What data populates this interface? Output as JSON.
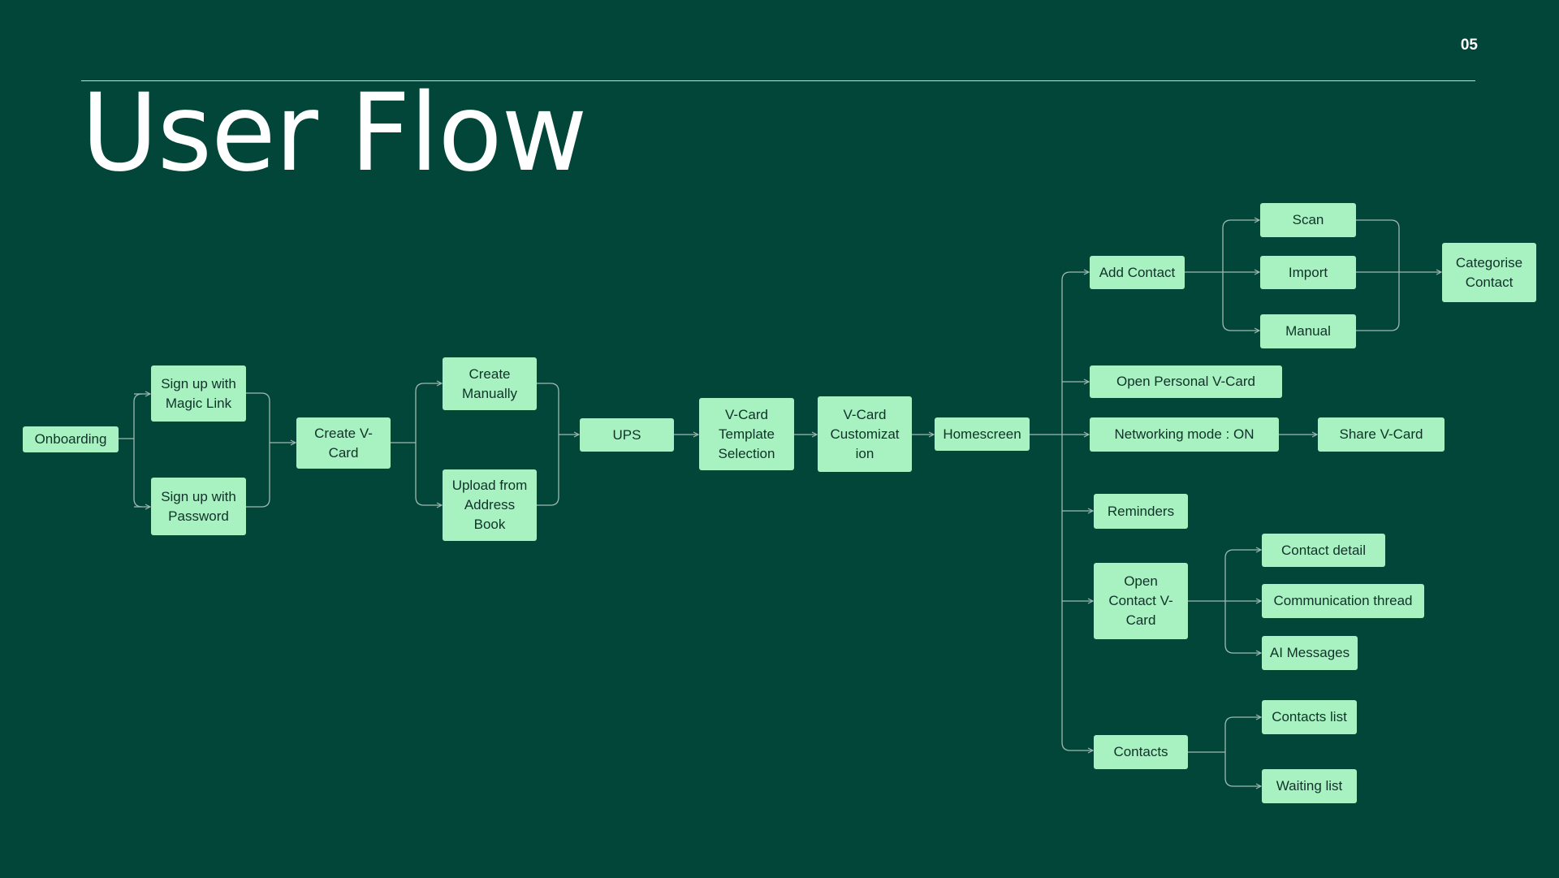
{
  "slide": {
    "page_number": "05",
    "title": "User Flow"
  },
  "nodes": {
    "onboarding": "Onboarding",
    "signup_magic": "Sign up with Magic Link",
    "signup_password": "Sign up with Password",
    "create_vcard": "Create V-Card",
    "create_manually": "Create Manually",
    "upload_address_book": "Upload from Address Book",
    "ups": "UPS",
    "template_selection": "V-Card Template Selection",
    "customization": "V-Card Customizat ion",
    "homescreen": "Homescreen",
    "add_contact": "Add Contact",
    "scan": "Scan",
    "import": "Import",
    "manual": "Manual",
    "categorise_contact": "Categorise Contact",
    "open_personal_vcard": "Open Personal V-Card",
    "networking_mode": "Networking mode : ON",
    "share_vcard": "Share V-Card",
    "reminders": "Reminders",
    "open_contact_vcard": "Open Contact V-Card",
    "contact_detail": "Contact detail",
    "communication_thread": "Communication thread",
    "ai_messages": "AI Messages",
    "contacts": "Contacts",
    "contacts_list": "Contacts list",
    "waiting_list": "Waiting list"
  },
  "colors": {
    "background": "#02463A",
    "node_fill": "#A8F1C1",
    "node_text": "#0F3329",
    "connector": "#9fb9b0"
  }
}
